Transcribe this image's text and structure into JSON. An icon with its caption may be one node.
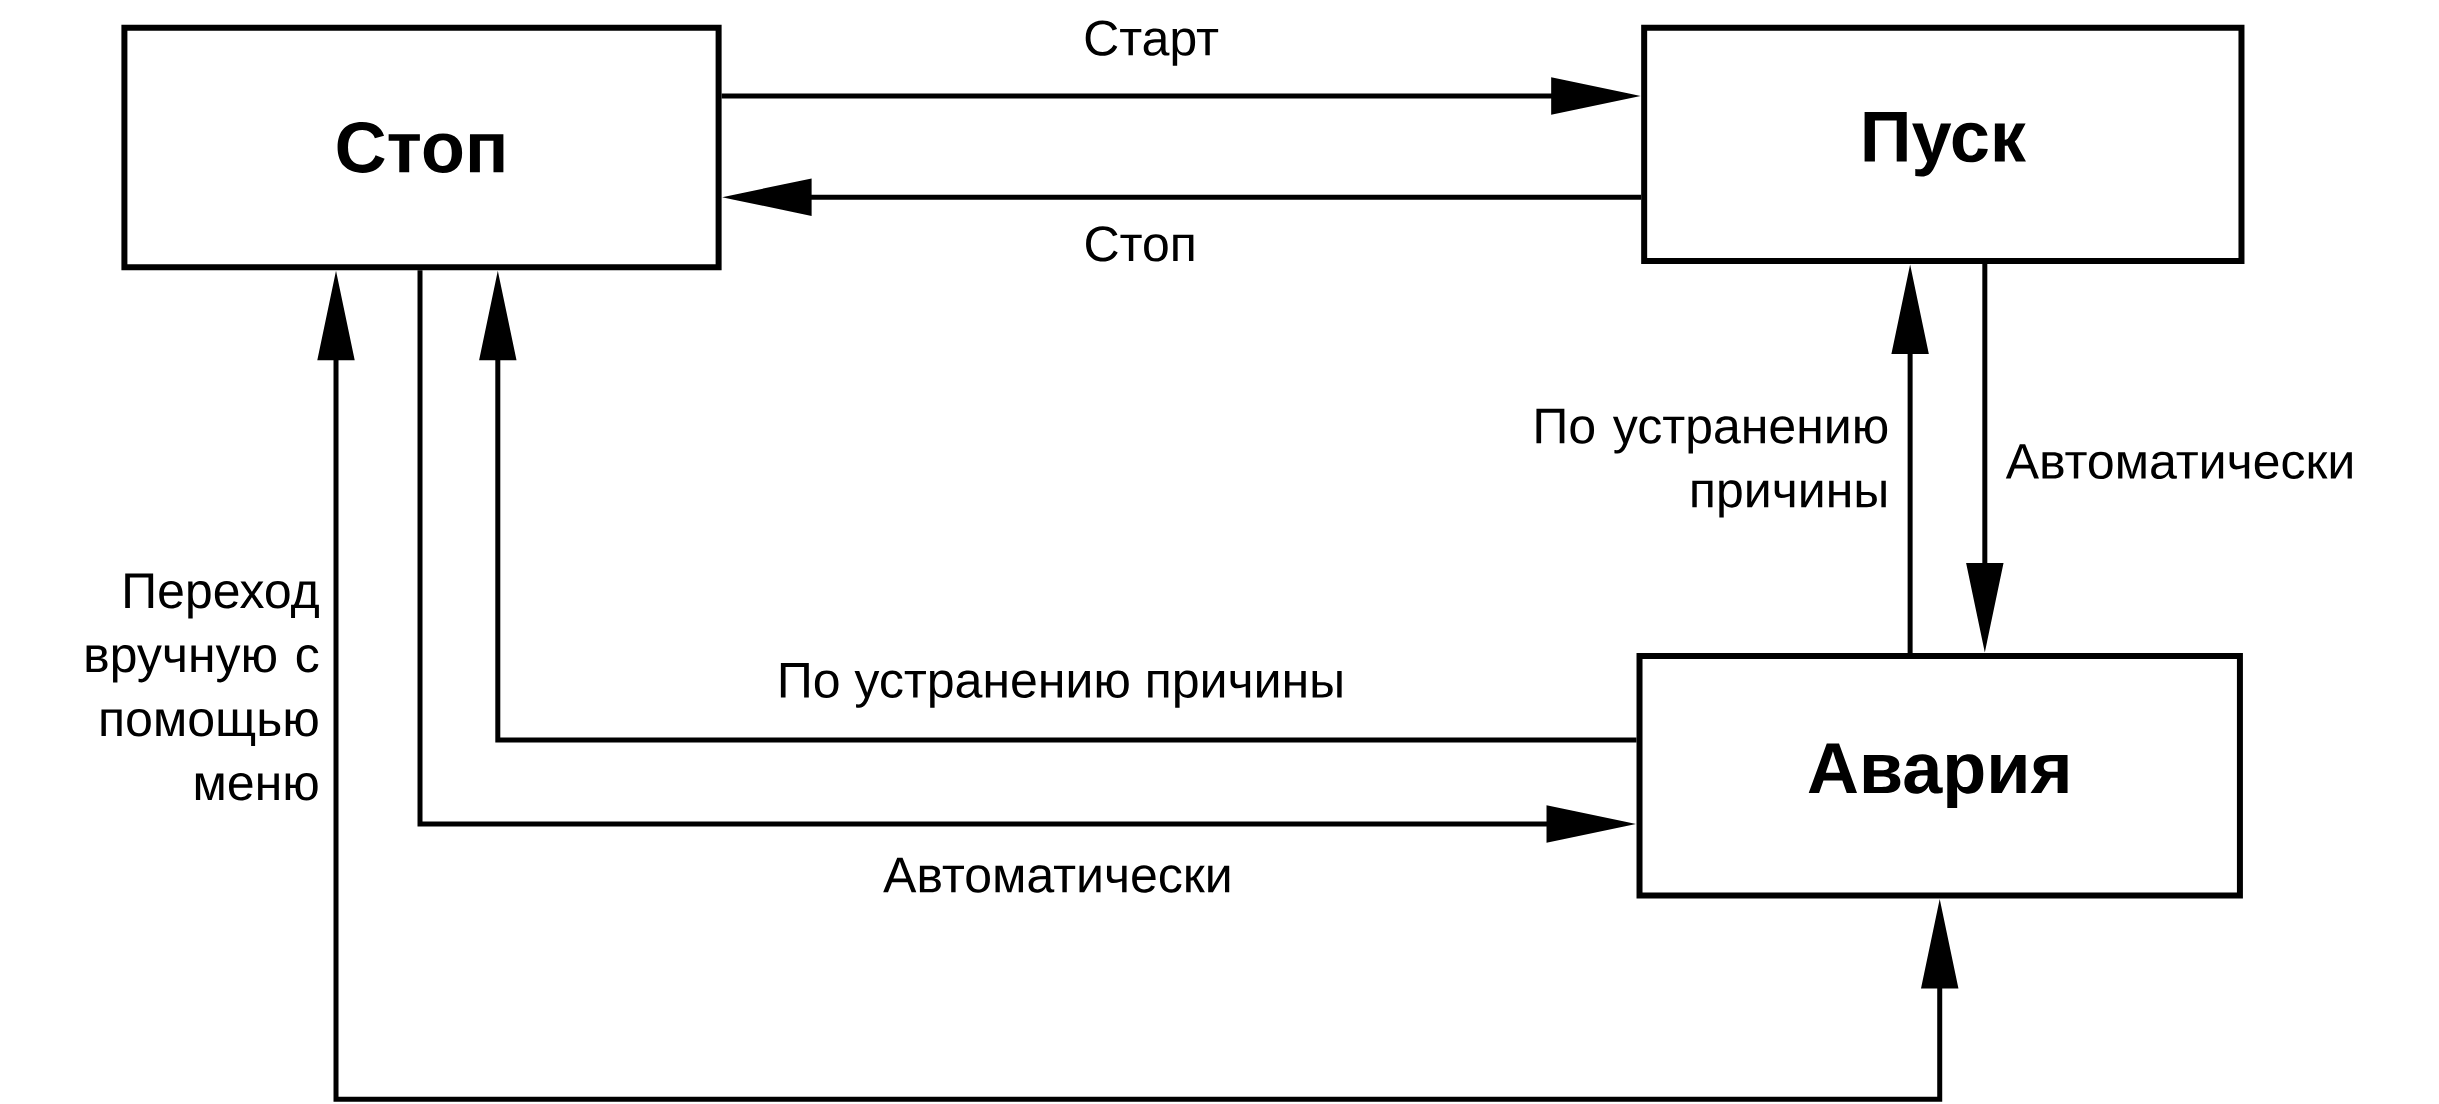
{
  "diagram": {
    "nodes": [
      {
        "text": [
          "Стоп"
        ]
      },
      {
        "text": [
          "Пуск"
        ]
      },
      {
        "text": [
          "Авария"
        ]
      }
    ],
    "edges": [
      {
        "from": 0,
        "to": 1,
        "arrow": "to",
        "label": "Старт"
      },
      {
        "from": 1,
        "to": 0,
        "arrow": "to",
        "label": "Стоп"
      },
      {
        "from": 1,
        "to": 2,
        "arrow": "to",
        "label": "Автоматически"
      },
      {
        "from": 2,
        "to": 1,
        "arrow": "to",
        "label": "По устранению причины"
      },
      {
        "from": 2,
        "to": 0,
        "arrow": "to",
        "label": "По устранению причины"
      },
      {
        "from": 0,
        "to": 2,
        "arrow": "to",
        "label": "Автоматически"
      },
      {
        "from": 0,
        "to": 2,
        "arrow": "both",
        "label": "Переход вручную с помощью меню"
      }
    ]
  }
}
